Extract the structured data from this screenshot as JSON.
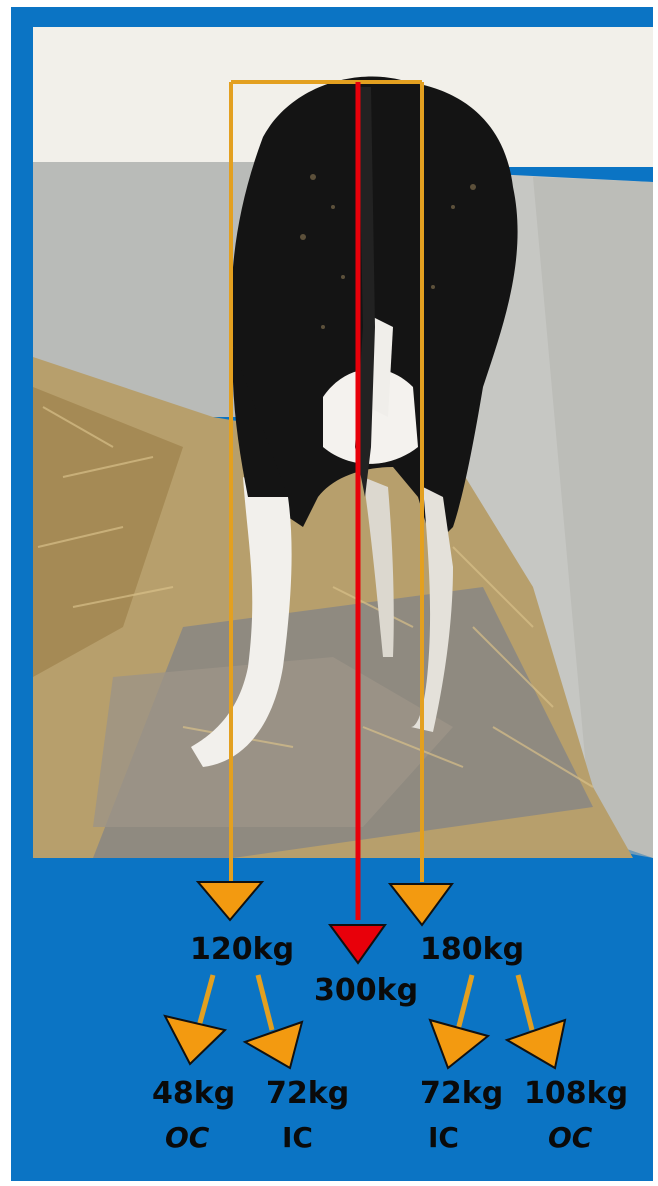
{
  "diagram": {
    "colors": {
      "background_blue": "#0b74c4",
      "orange_arrow": "#f39a10",
      "orange_line": "#e3a020",
      "red_arrow": "#e8000a",
      "text": "#0a0a0a"
    },
    "photo": {
      "subject": "rear view of black-and-white dairy cow standing on straw in a stall"
    },
    "labels": {
      "left_total": "120kg",
      "center_total": "300kg",
      "right_total": "180kg",
      "left_outer": "48kg",
      "left_inner": "72kg",
      "right_inner": "72kg",
      "right_outer": "108kg",
      "left_outer_claw": "OC",
      "left_inner_claw": "IC",
      "right_inner_claw": "IC",
      "right_outer_claw": "OC"
    }
  }
}
